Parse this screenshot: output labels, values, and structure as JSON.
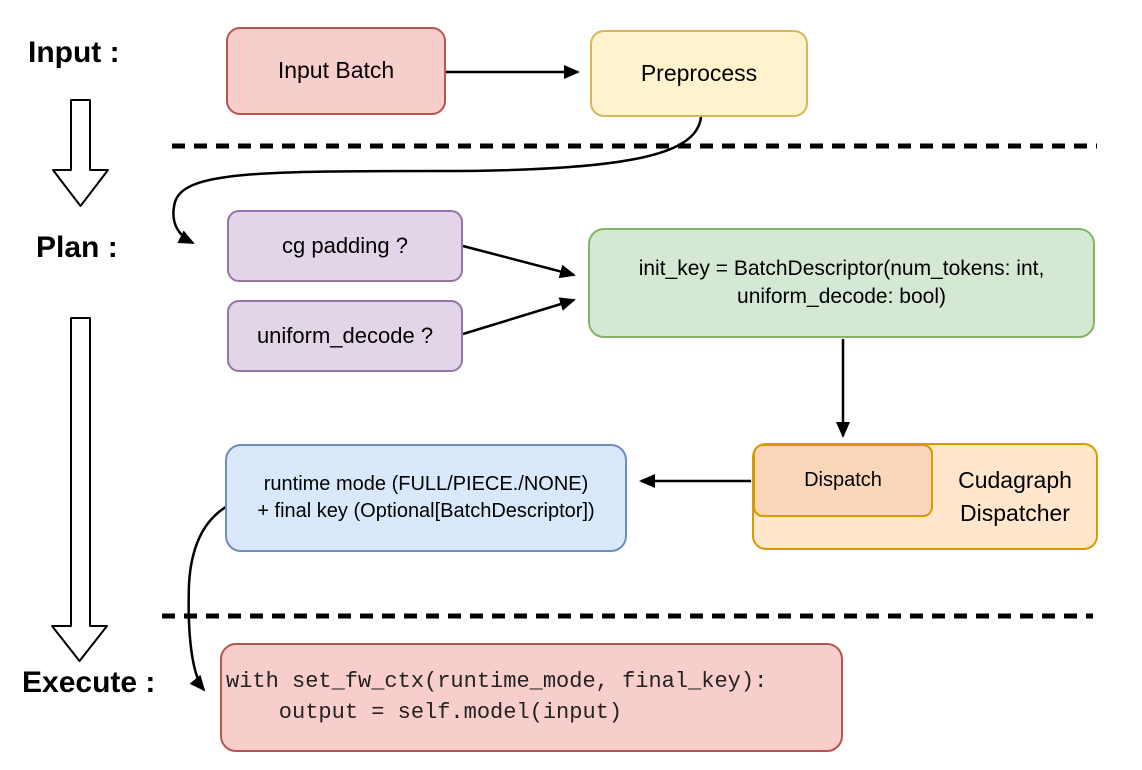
{
  "diagram": {
    "stage_labels": {
      "input": "Input :",
      "plan": "Plan :",
      "execute": "Execute :"
    },
    "nodes": {
      "input_batch": {
        "label": "Input Batch",
        "fill": "#f8cecc",
        "border": "#b85450"
      },
      "preprocess": {
        "label": "Preprocess",
        "fill": "#fff2cc",
        "border": "#d6b656"
      },
      "cg_padding": {
        "label": "cg padding ?",
        "fill": "#e1d5e7",
        "border": "#9673a6"
      },
      "uniform_decode": {
        "label": "uniform_decode ?",
        "fill": "#e1d5e7",
        "border": "#9673a6"
      },
      "init_key": {
        "line1": "init_key = BatchDescriptor(num_tokens: int,",
        "line2": "uniform_decode: bool)",
        "fill": "#d5e8d4",
        "border": "#82b366"
      },
      "runtime_mode": {
        "line1": "runtime mode (FULL/PIECE./NONE)",
        "line2": "+ final key (Optional[BatchDescriptor])",
        "fill": "#dae8fc",
        "border": "#6c8ebf"
      },
      "dispatch": {
        "label": "Dispatch",
        "fill": "#fcd6ba",
        "border": "#d79b00"
      },
      "cudagraph_dispatcher": {
        "label": "Cudagraph Dispatcher",
        "fill": "#ffe6cc",
        "border": "#d79b00"
      },
      "execute_code": {
        "line1": "with set_fw_ctx(runtime_mode, final_key):",
        "line2": "    output = self.model(input)",
        "fill": "#f8cecc",
        "border": "#b85450"
      }
    },
    "connector_color": "#000000"
  }
}
